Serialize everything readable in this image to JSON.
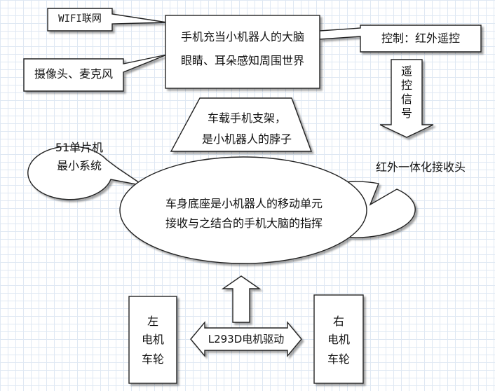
{
  "center_box": {
    "line1": "手机充当小机器人的大脑",
    "line2": "眼睛、耳朵感知周围世界"
  },
  "callouts": {
    "wifi": "WIFI联网",
    "camera_mic": "摄像头、麦克风",
    "control": "控制：红外遥控"
  },
  "remote_signal_arrow": "遥控信号",
  "neck": {
    "line1": "车载手机支架，",
    "line2": "是小机器人的脖子"
  },
  "mcu": {
    "line1": "51单片机",
    "line2": "最小系统"
  },
  "ir_receiver": "红外一体化接收头",
  "base": {
    "line1": "车身底座是小机器人的移动单元",
    "line2": "接收与之结合的手机大脑的指挥"
  },
  "left_wheel": {
    "line1": "左",
    "line2": "电机",
    "line3": "车轮"
  },
  "right_wheel": {
    "line1": "右",
    "line2": "电机",
    "line3": "车轮"
  },
  "driver": "L293D电机驱动"
}
